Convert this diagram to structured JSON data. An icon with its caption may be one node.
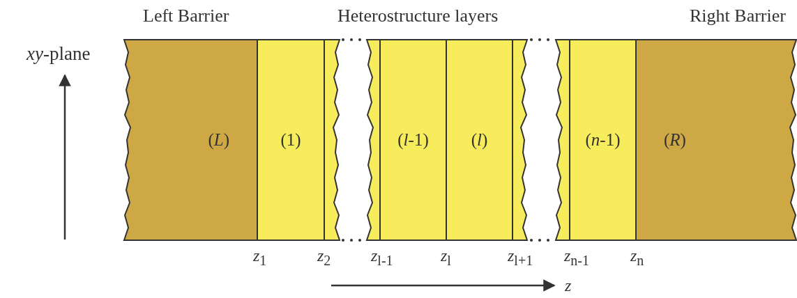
{
  "diagram": {
    "nodes": [
      {
        "text": [
          "(*L*)"
        ]
      },
      {
        "text": [
          "(1)"
        ]
      },
      {
        "text": [],
        "shape": "box"
      },
      {
        "text": [],
        "shape": "box"
      },
      {
        "text": [
          "(*l*-1)"
        ]
      },
      {
        "text": [
          "(*l*)"
        ]
      },
      {
        "text": [],
        "shape": "box"
      },
      {
        "text": [],
        "shape": "box"
      },
      {
        "text": [
          "(*n*-1)"
        ]
      },
      {
        "text": [
          "(*R*)"
        ]
      }
    ],
    "labels": [
      "Left Barrier",
      "Heterostructure layers",
      "Right Barrier",
      "*xy*-plane",
      "*z*$_{1}$",
      "*z*$_{2}$",
      "*z*$_{l-1}$",
      "*z*$_{l}$",
      "*z*$_{l+1}$",
      "*z*$_{n-1}$",
      "*z*$_{n}$",
      "*z*"
    ]
  }
}
